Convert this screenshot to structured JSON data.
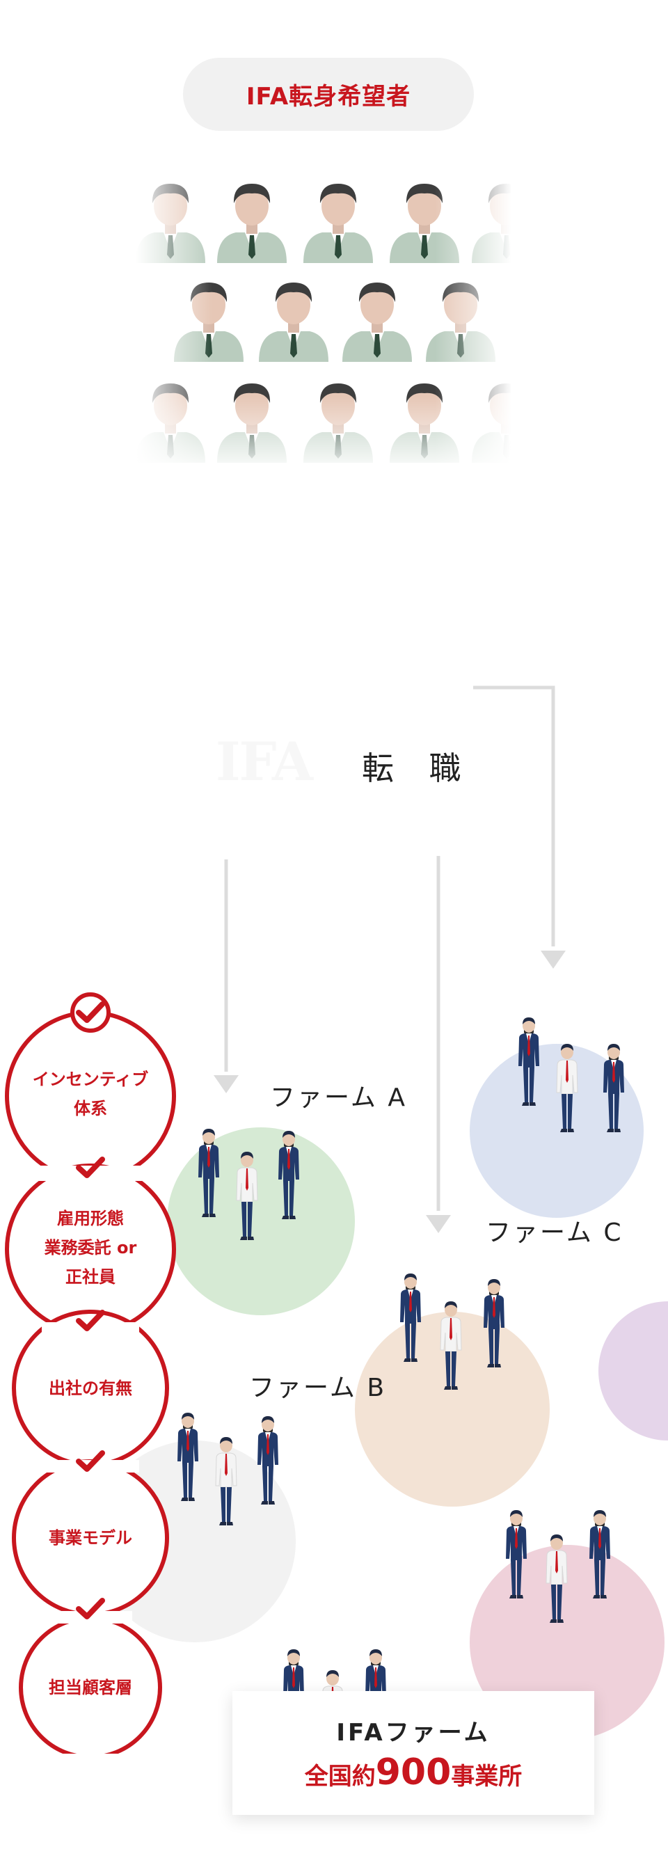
{
  "header": {
    "pill_label": "IFA転身希望者"
  },
  "center": {
    "transfer_label": "転 職"
  },
  "firms": {
    "a_label": "ファーム A",
    "b_label": "ファーム B",
    "c_label": "ファーム C"
  },
  "checklist": [
    {
      "label": "インセンティブ\n体系"
    },
    {
      "label": "雇用形態\n業務委託 or\n正社員"
    },
    {
      "label": "出社の有無"
    },
    {
      "label": "事業モデル"
    },
    {
      "label": "担当顧客層"
    }
  ],
  "summary": {
    "title": "IFAファーム",
    "prefix": "全国約",
    "count": "900",
    "suffix": "事業所"
  },
  "colors": {
    "accent_red": "#c8161e",
    "firm_a": "#d6ead4",
    "firm_b": "#f3e3d5",
    "firm_c": "#dbe2f1",
    "firm_pink": "#efd1da",
    "firm_purple": "#e5d5ea",
    "firm_gray": "#f2f2f2",
    "arrow_gray": "#dcdcdc",
    "suit_navy": "#223a6b"
  },
  "icons": {
    "person": "person-icon",
    "business_person": "business-person-icon",
    "check": "check-icon",
    "arrow": "arrow-down-icon"
  }
}
